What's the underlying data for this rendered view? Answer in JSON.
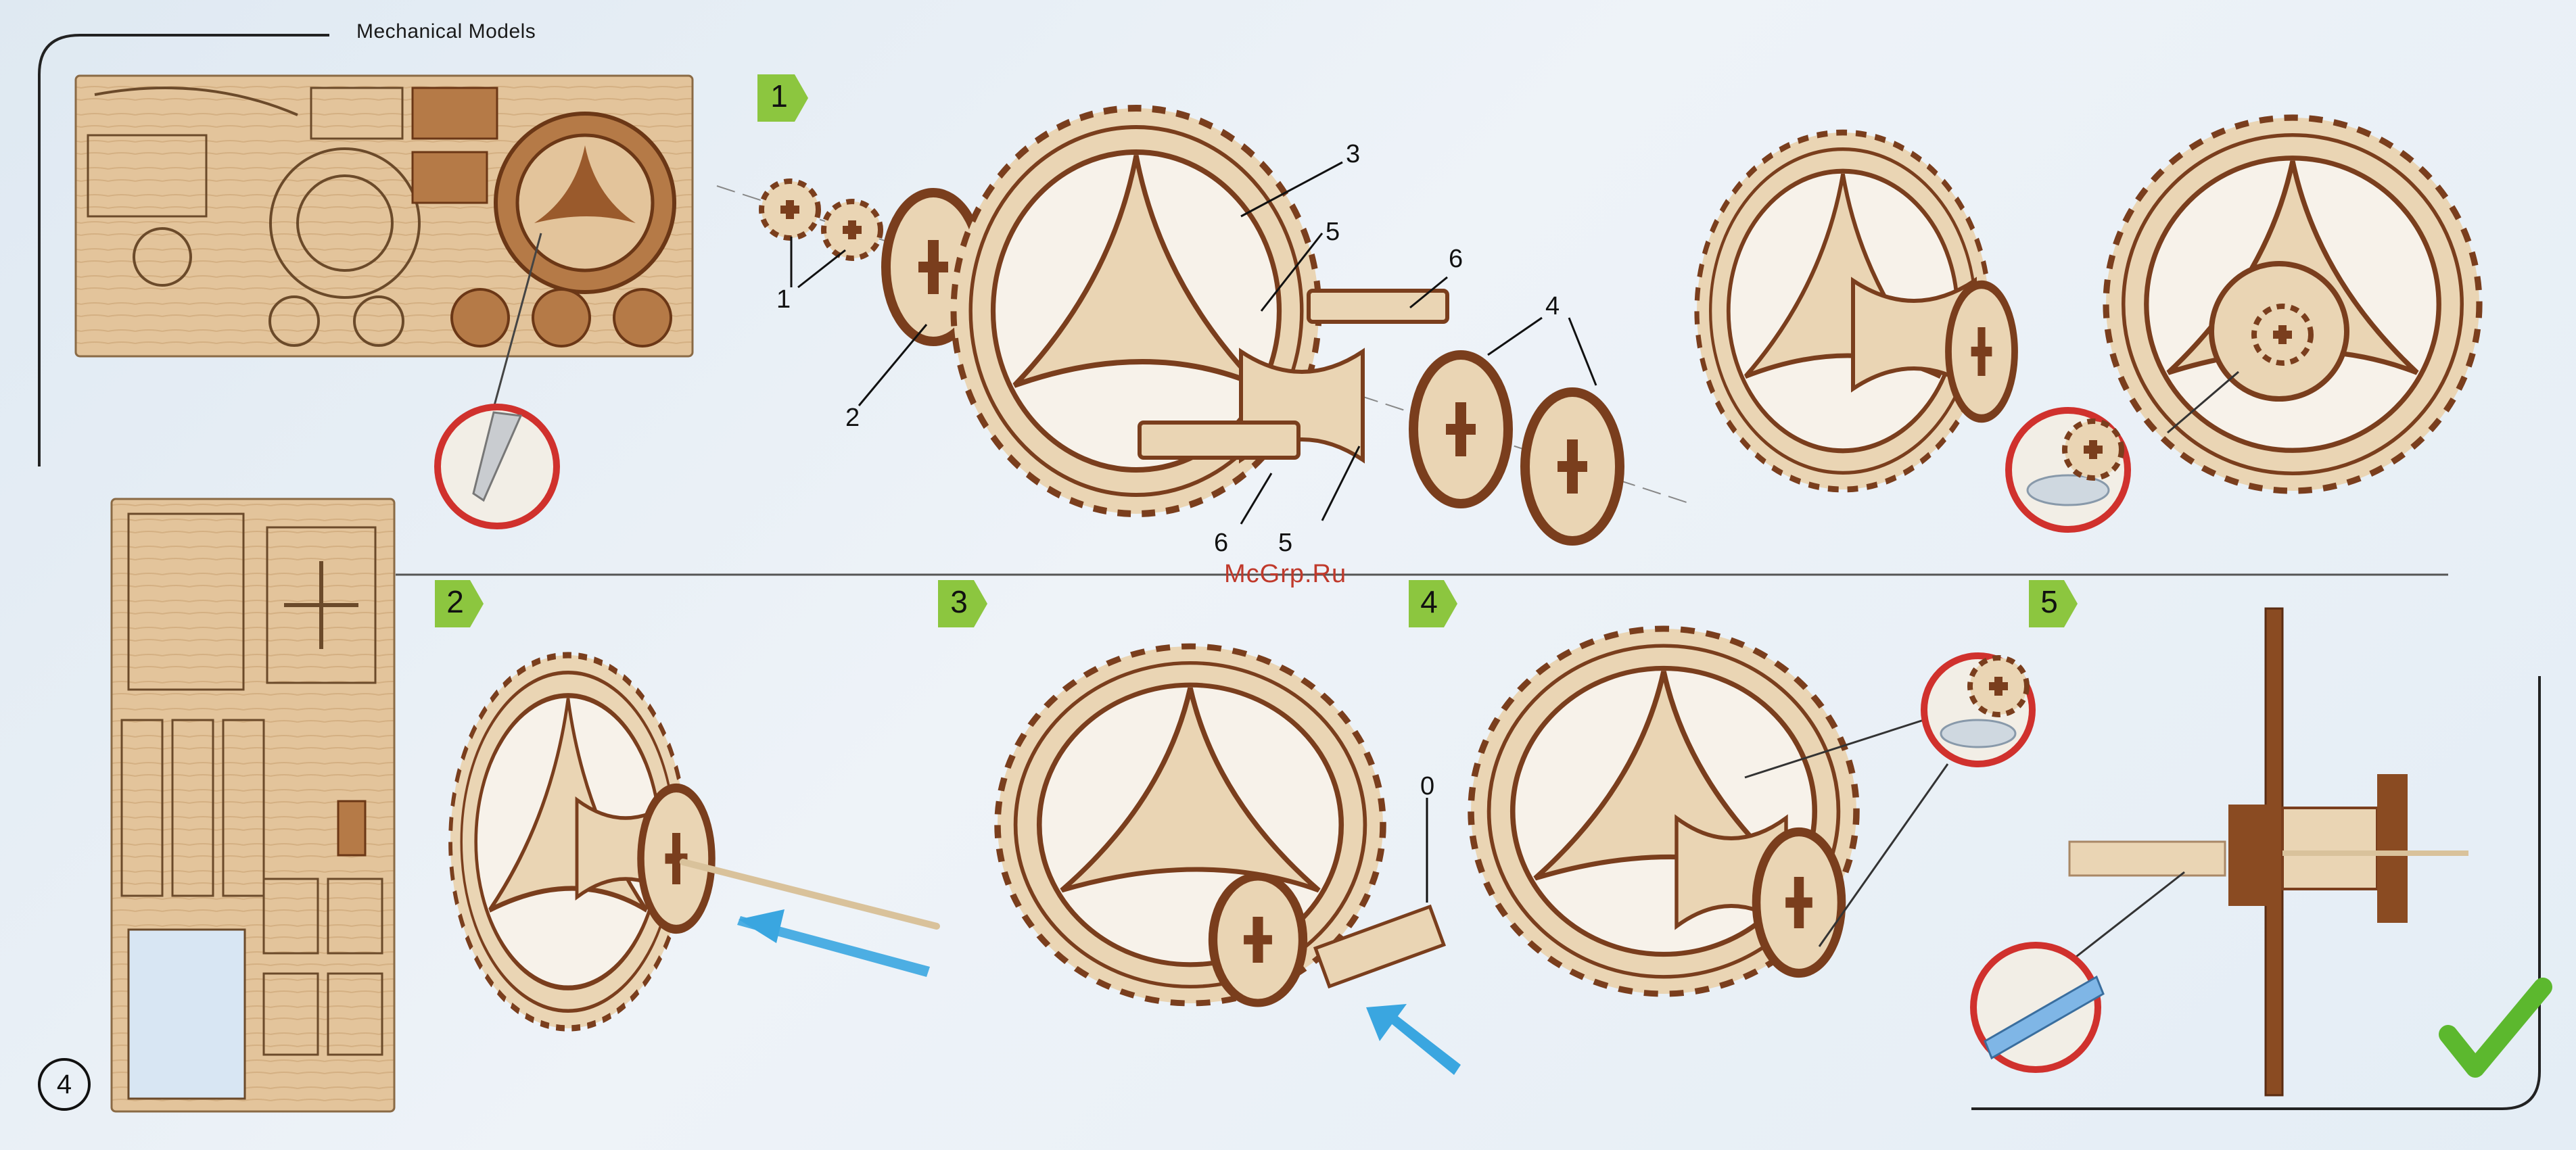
{
  "header": {
    "title": "Mechanical Models"
  },
  "steps": [
    "1",
    "2",
    "3",
    "4",
    "5"
  ],
  "callouts": {
    "step1": [
      "1",
      "1",
      "2",
      "3",
      "5",
      "5",
      "6",
      "6",
      "4",
      "4"
    ],
    "step3": [
      "0"
    ]
  },
  "watermark": "McGrp.Ru",
  "page_number": "4",
  "icons": {
    "knife": "craft-knife-icon",
    "glue": "glue-pot-icon",
    "ruler": "ruler-icon",
    "check": "checkmark-icon",
    "arrow": "insert-arrow-icon"
  },
  "colors": {
    "plywood": "#ead5b4",
    "plywood_edge": "#7a3e1d",
    "step_badge": "#8cc63f",
    "arrow": "#3aa6e0",
    "inset_ring": "#d0312d",
    "checkmark": "#5cb82e"
  }
}
